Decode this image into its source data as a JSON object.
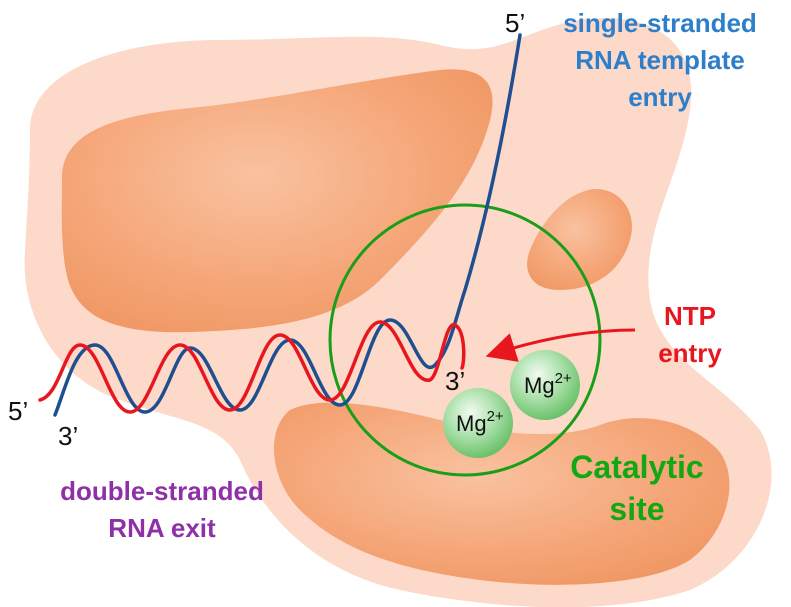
{
  "labels": {
    "template_entry": [
      "single-stranded",
      "RNA template",
      "entry"
    ],
    "ntp_entry": [
      "NTP",
      "entry"
    ],
    "catalytic_site": [
      "Catalytic",
      "site"
    ],
    "dsrna_exit": [
      "double-stranded",
      "RNA exit"
    ]
  },
  "strand_ends": {
    "template_5prime": "5’",
    "nascent_3prime": "3’",
    "duplex_5prime": "5’",
    "duplex_3prime": "3’"
  },
  "ions": [
    {
      "base": "Mg",
      "charge": "2+"
    },
    {
      "base": "Mg",
      "charge": "2+"
    }
  ],
  "colors": {
    "protein_halo": "#fcd9c8",
    "protein_domain": "#f6a97c",
    "template_strand": "#1f4e91",
    "nascent_strand": "#e8171f",
    "template_label": "#2e7fcb",
    "ntp_label": "#e8171f",
    "catalytic_label": "#12a812",
    "catalytic_circle": "#1a9e1a",
    "exit_label": "#8e30a8",
    "mg_ion": "#8fd58f"
  }
}
